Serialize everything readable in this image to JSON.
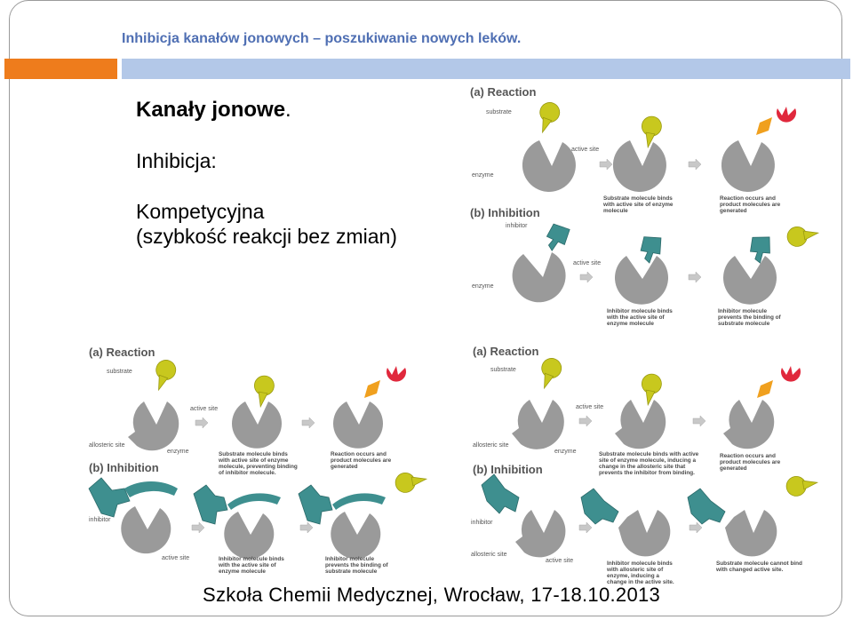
{
  "slide": {
    "title": "Inhibicja kanałów jonowych – poszukiwanie nowych leków.",
    "heading_bold": "Kanały jonowe",
    "heading_dot": ".",
    "line1": "Inhibicja:",
    "line2": "Kompetycyjna",
    "line3": "(szybkość reakcji bez zmian)",
    "footer": "Szkoła Chemii Medycznej,  Wrocław, 17-18.10.2013"
  },
  "colors": {
    "orange_bar": "#ee7c1c",
    "blue_bar": "#b3c8e8",
    "title": "#4f6fb3",
    "enzyme": "#9a9a9a",
    "substrate": "#c8c81e",
    "inhibitor": "#3e8f8f",
    "product_red": "#e0283c",
    "product_orange": "#f0a01e"
  },
  "fig_competitive": {
    "reaction": "(a) Reaction",
    "inhibition": "(b) Inhibition",
    "substrate": "substrate",
    "active_site": "active site",
    "enzyme": "enzyme",
    "inhibitor": "inhibitor",
    "cap_substrate_1": "Substrate molecule binds",
    "cap_substrate_2": "with active site of enzyme",
    "cap_substrate_3": "molecule",
    "cap_reaction_1": "Reaction occurs and",
    "cap_reaction_2": "product molecules are",
    "cap_reaction_3": "generated",
    "cap_inhibitor_1": "Inhibitor molecule binds",
    "cap_inhibitor_2": "with the active site of",
    "cap_inhibitor_3": "enzyme molecule",
    "cap_prevent_1": "Inhibitor molecule",
    "cap_prevent_2": "prevents the binding of",
    "cap_prevent_3": "substrate molecule"
  },
  "fig_uncompetitive": {
    "reaction": "(a) Reaction",
    "inhibition": "(b) Inhibition",
    "substrate": "substrate",
    "active_site": "active site",
    "allosteric_site": "allosteric site",
    "enzyme": "enzyme",
    "inhibitor": "inhibitor",
    "cap_a1_1": "Substrate molecule binds",
    "cap_a1_2": "with active site of enzyme",
    "cap_a1_3": "molecule, preventing binding",
    "cap_a1_4": "of inhibitor molecule.",
    "cap_a2_1": "Reaction occurs and",
    "cap_a2_2": "product molecules are",
    "cap_a2_3": "generated",
    "cap_b1_1": "Inhibitor molecule binds",
    "cap_b1_2": "with the active site of",
    "cap_b1_3": "enzyme molecule",
    "cap_b2_1": "Inhibitor molecule",
    "cap_b2_2": "prevents the binding of",
    "cap_b2_3": "substrate molecule"
  },
  "fig_noncompetitive": {
    "reaction": "(a) Reaction",
    "inhibition": "(b) Inhibition",
    "substrate": "substrate",
    "active_site": "active site",
    "allosteric_site": "allosteric site",
    "enzyme": "enzyme",
    "inhibitor": "inhibitor",
    "cap_a1_1": "Substrate molecule binds with active",
    "cap_a1_2": "site of enzyme molecule, inducing a",
    "cap_a1_3": "change in the allosteric site that",
    "cap_a1_4": "prevents the inhibitor from binding.",
    "cap_a2_1": "Reaction occurs and",
    "cap_a2_2": "product molecules are",
    "cap_a2_3": "generated",
    "cap_b1_1": "Inhibitor molecule binds",
    "cap_b1_2": "with allosteric site of",
    "cap_b1_3": "enzyme, inducing a",
    "cap_b1_4": "change in the active site.",
    "cap_b2_1": "Substrate molecule cannot bind",
    "cap_b2_2": "with changed active site."
  }
}
